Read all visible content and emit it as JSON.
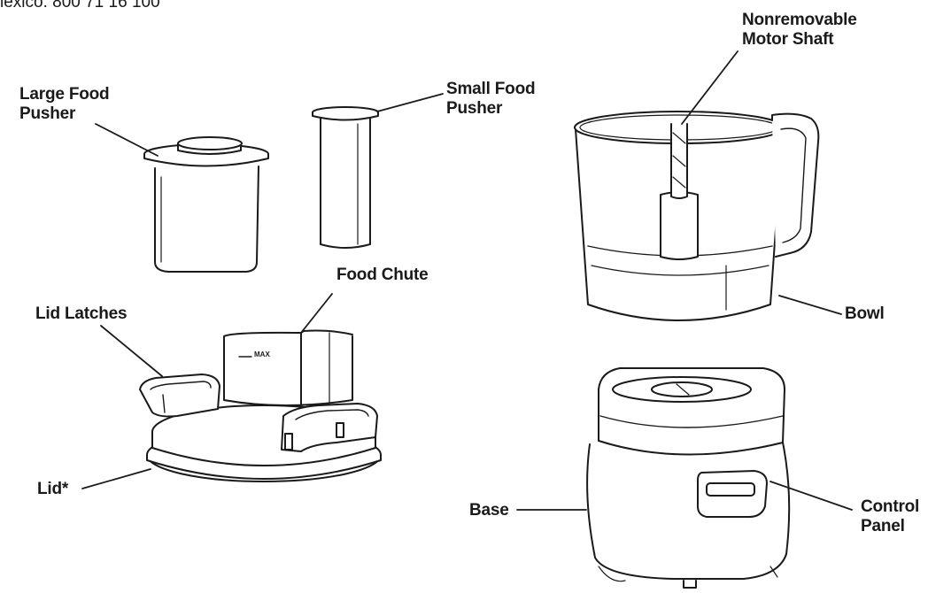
{
  "header": {
    "phone_text": "lexico: 800 71 16 100"
  },
  "labels": {
    "large_food_pusher": "Large Food\nPusher",
    "small_food_pusher": "Small Food\nPusher",
    "nonremovable_motor_shaft": "Nonremovable\nMotor Shaft",
    "food_chute": "Food Chute",
    "lid_latches": "Lid Latches",
    "bowl": "Bowl",
    "lid": "Lid*",
    "base": "Base",
    "control_panel": "Control\nPanel",
    "max_mark": "MAX"
  }
}
